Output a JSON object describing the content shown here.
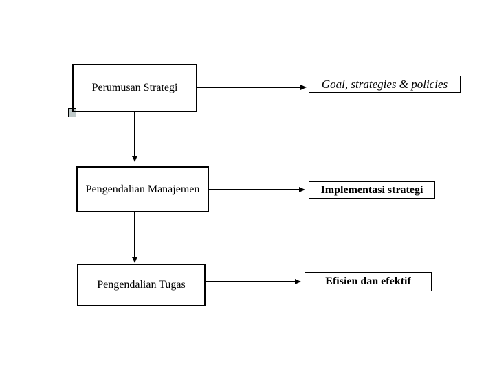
{
  "slide": {
    "background": "#ffffff",
    "ink": "#000000",
    "nodes": [
      {
        "label": "Perumusan Strategi"
      },
      {
        "label": "Pengendalian Manajemen"
      },
      {
        "label": "Pengendalian Tugas"
      }
    ],
    "outcomes": [
      {
        "label": "Goal, strategies & policies",
        "style": "italic"
      },
      {
        "label": "Implementasi strategi",
        "style": "bold"
      },
      {
        "label": "Efisien dan efektif",
        "style": "bold"
      }
    ],
    "connectors": [
      {
        "from": "Perumusan Strategi",
        "to": "Goal, strategies & policies",
        "direction": "right"
      },
      {
        "from": "Perumusan Strategi",
        "to": "Pengendalian Manajemen",
        "direction": "down"
      },
      {
        "from": "Pengendalian Manajemen",
        "to": "Implementasi strategi",
        "direction": "right"
      },
      {
        "from": "Pengendalian Manajemen",
        "to": "Pengendalian Tugas",
        "direction": "down"
      },
      {
        "from": "Pengendalian Tugas",
        "to": "Efisien dan efektif",
        "direction": "right"
      }
    ],
    "handle": {
      "name": "resize-handle",
      "fill": "#bfc9c9",
      "border": "#000000"
    }
  }
}
